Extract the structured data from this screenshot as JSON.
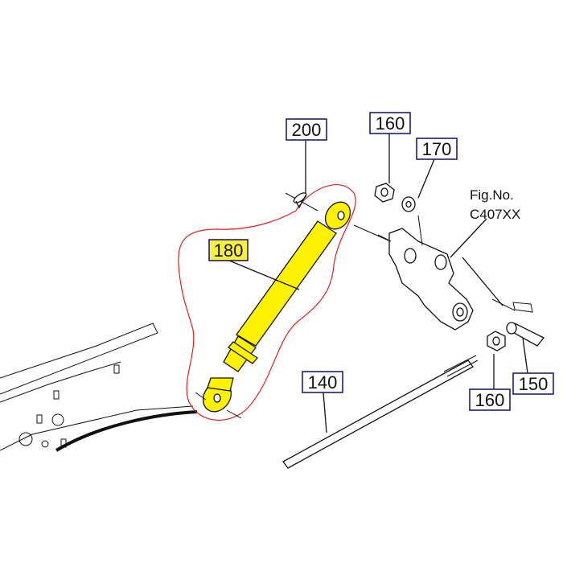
{
  "callouts": {
    "c200": "200",
    "c160a": "160",
    "c170": "170",
    "c180": "180",
    "c140": "140",
    "c160b": "160",
    "c150": "150"
  },
  "figure_ref": {
    "line1": "Fig.No.",
    "line2": "C407XX"
  },
  "colors": {
    "highlight": "#fff200",
    "outline": "#d22222",
    "label_border": "#1c1c7a"
  }
}
